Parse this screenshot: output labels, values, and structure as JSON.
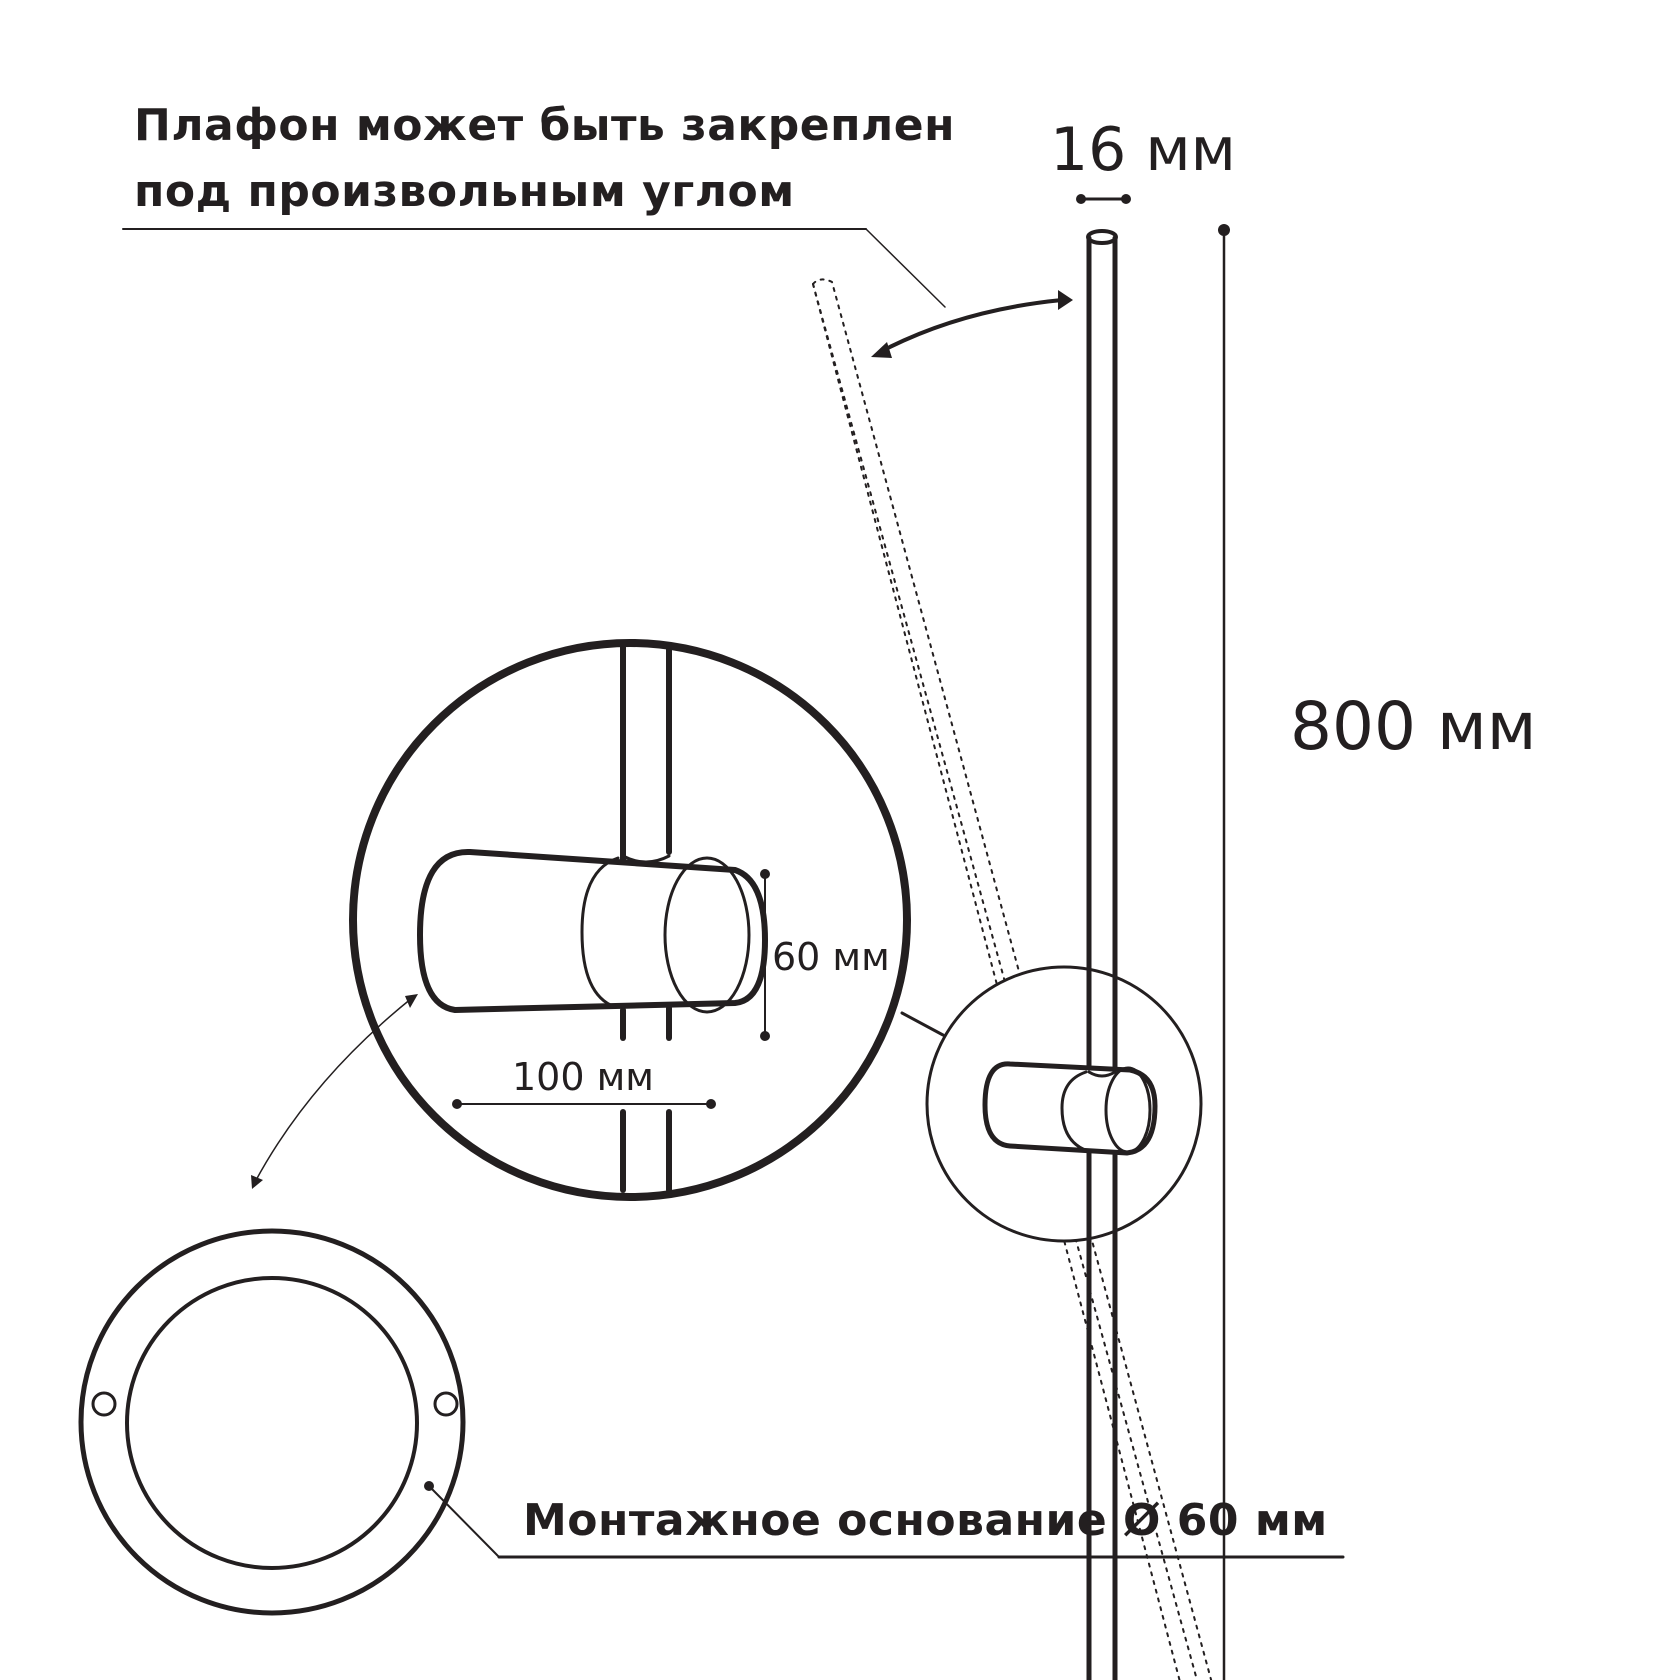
{
  "callouts": {
    "angle_note_line1": "Плафон может быть закреплен",
    "angle_note_line2": "под произвольным углом",
    "base_note": "Монтажное основание Ø 60 мм"
  },
  "dimensions": {
    "tube_diameter": "16 мм",
    "total_height": "800 мм",
    "holder_height": "60 мм",
    "holder_length": "100 мм"
  },
  "colors": {
    "stroke": "#231f20",
    "background": "#ffffff"
  }
}
